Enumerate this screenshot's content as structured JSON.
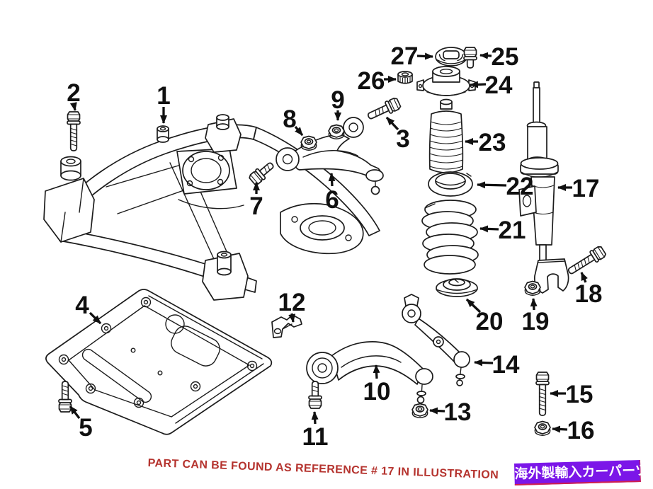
{
  "illustration": {
    "type": "exploded-parts-diagram-front-suspension",
    "callouts": [
      "1",
      "2",
      "3",
      "4",
      "5",
      "6",
      "7",
      "8",
      "9",
      "10",
      "11",
      "12",
      "13",
      "14",
      "15",
      "16",
      "17",
      "18",
      "19",
      "20",
      "21",
      "22",
      "23",
      "24",
      "25",
      "26",
      "27"
    ]
  },
  "footer": {
    "notice": "PART CAN BE FOUND AS REFERENCE # 17 IN ILLUSTRATION"
  },
  "banner": {
    "text": "海外製輸入カーパーツ"
  },
  "colors": {
    "notice_red": "#b5332e",
    "banner_purple": "#7b16e8",
    "banner_text": "#ffffff",
    "line_art": "#1c1c1c",
    "background": "#ffffff"
  }
}
